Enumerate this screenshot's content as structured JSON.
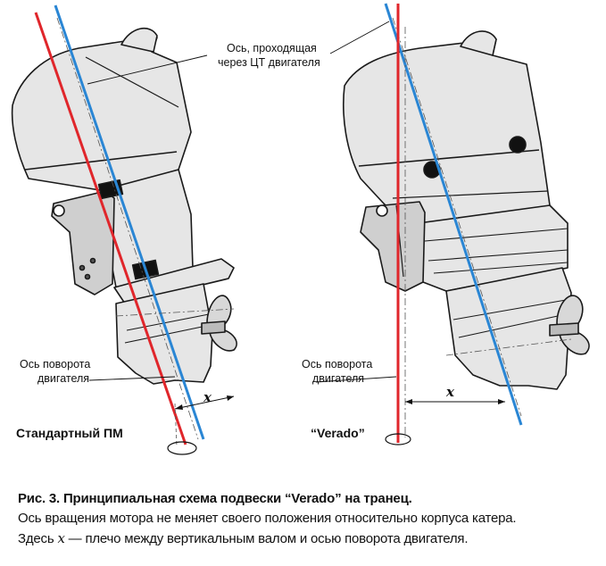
{
  "diagram": {
    "left": {
      "title": "Стандартный ПМ",
      "axis_cg_label": [
        "Ось, проходящая",
        "через ЦТ двигателя"
      ],
      "steer_axis_label": [
        "Ось поворота",
        "двигателя"
      ],
      "x_label": "x"
    },
    "right": {
      "title": "“Verado”",
      "steer_axis_label": [
        "Ось поворота",
        "двигателя"
      ],
      "x_label": "x"
    },
    "colors": {
      "steering_axis": "#e0262b",
      "cg_axis": "#2a86d4",
      "outline": "#1a1a1a",
      "body_fill": "#e6e6e6"
    }
  },
  "caption": {
    "title": "Рис. 3. Принципиальная схема подвески “Verado” на транец.",
    "line1": "Ось вращения мотора не меняет своего положения относительно корпуса катера.",
    "line2_prefix": "Здесь ",
    "line2_var": "x",
    "line2_suffix": " — плечо между вертикальным валом и осью поворота двигателя."
  }
}
